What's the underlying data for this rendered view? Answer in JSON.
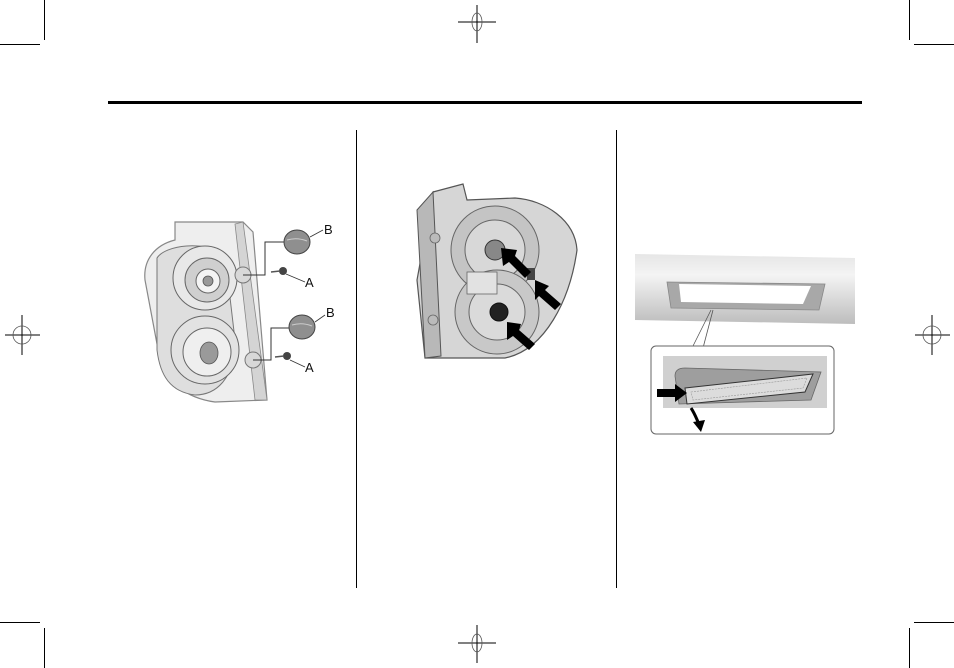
{
  "page": {
    "type": "owner-manual-page",
    "columns": 3
  },
  "figures": [
    {
      "id": "tail-lamp-front",
      "description": "Tail lamp assembly with screw covers and screws",
      "labels": [
        "B",
        "A",
        "B",
        "A"
      ]
    },
    {
      "id": "tail-lamp-rear",
      "description": "Rear of tail lamp assembly with bulb socket arrows",
      "arrow_count": 3
    },
    {
      "id": "license-plate-lamp",
      "description": "License plate lamp removal with detail inset",
      "arrow_count": 2
    }
  ],
  "colors": {
    "ink": "#000000",
    "paper": "#ffffff",
    "grey_light": "#e6e6e6",
    "grey_mid": "#bdbdbd",
    "grey_dark": "#7a7a7a"
  }
}
